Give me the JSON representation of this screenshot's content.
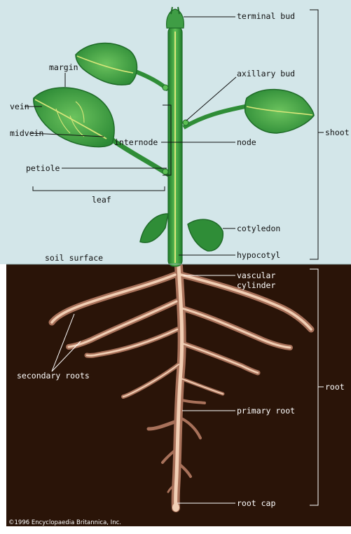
{
  "labels": {
    "terminal_bud": "terminal bud",
    "margin": "margin",
    "axillary_bud": "axillary bud",
    "vein": "vein",
    "midvein": "midvein",
    "internode": "internode",
    "node": "node",
    "shoot": "shoot",
    "petiole": "petiole",
    "leaf": "leaf",
    "cotyledon": "cotyledon",
    "soil_surface": "soil surface",
    "hypocotyl": "hypocotyl",
    "vascular_cylinder_1": "vascular",
    "vascular_cylinder_2": "cylinder",
    "secondary_roots": "secondary roots",
    "root": "root",
    "primary_root": "primary root",
    "root_cap": "root cap",
    "copyright": "©1996 Encyclopaedia Britannica, Inc."
  },
  "colors": {
    "sky": "#d3e6e9",
    "soil": "#2a1408",
    "stem": "#3b9b3e",
    "leaf": "#3f9d45",
    "leaf_dark": "#1f6b28",
    "vein": "#d8e67a",
    "root_outer": "#a8715a",
    "root_inner": "#f1cfb5"
  }
}
